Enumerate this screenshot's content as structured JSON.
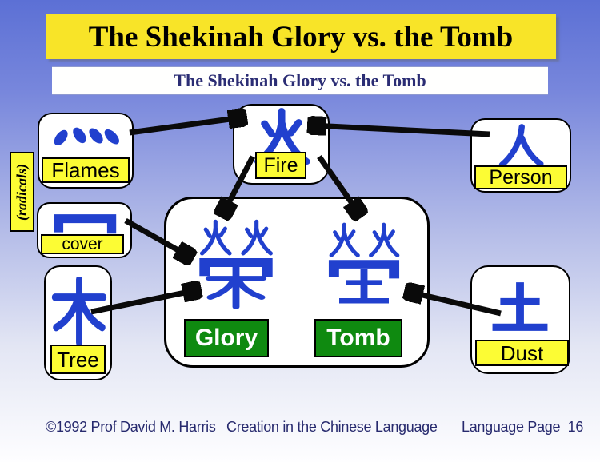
{
  "slide": {
    "title": "The Shekinah Glory vs. the Tomb",
    "subtitle": "The Shekinah Glory vs. the Tomb",
    "side_label": "(radicals)"
  },
  "radicals": {
    "flames": {
      "character": "灬",
      "label": "Flames"
    },
    "fire": {
      "character": "火",
      "label": "Fire"
    },
    "person": {
      "character": "人",
      "label": "Person"
    },
    "cover": {
      "character": "冖",
      "label": "cover"
    },
    "tree": {
      "character": "木",
      "label": "Tree"
    },
    "dust": {
      "character": "土",
      "label": "Dust"
    }
  },
  "composites": {
    "glory": {
      "character": "榮",
      "label": "Glory"
    },
    "tomb": {
      "character": "塋",
      "label": "Tomb"
    }
  },
  "footer": {
    "copyright": "©1992 Prof David M. Harris",
    "course": "Creation in the Chinese Language",
    "page": "Language Page  16"
  },
  "colors": {
    "background_top": "#5C70D5",
    "background_bottom": "#FFFFFF",
    "banner_yellow": "#F8E428",
    "label_yellow": "#FCFC34",
    "character_blue": "#2140CE",
    "label_green": "#0F8A10",
    "navy_text": "#2B2D74",
    "arrow_black": "#0A0A0A"
  }
}
